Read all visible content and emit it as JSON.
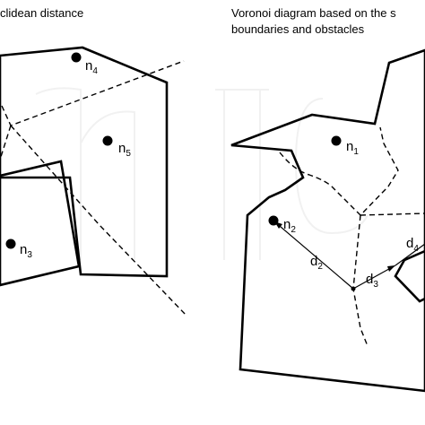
{
  "panels": {
    "left": {
      "caption_lines": [
        "clidean distance"
      ]
    },
    "right": {
      "caption_lines": [
        "Voronoi diagram based on the s",
        "boundaries and obstacles"
      ]
    }
  },
  "nodes": {
    "n4": {
      "base": "n",
      "sub": "4"
    },
    "n5": {
      "base": "n",
      "sub": "5"
    },
    "n3": {
      "base": "n",
      "sub": "3"
    },
    "n1": {
      "base": "n",
      "sub": "1"
    },
    "n2": {
      "base": "n",
      "sub": "2"
    },
    "n4_right": {
      "base": "d",
      "sub": "4"
    }
  },
  "distances": {
    "d2": {
      "base": "d",
      "sub": "2"
    },
    "d3": {
      "base": "d",
      "sub": "3"
    }
  },
  "colors": {
    "ink": "#000000",
    "background": "#ffffff",
    "watermark": "#f1f1f1"
  }
}
